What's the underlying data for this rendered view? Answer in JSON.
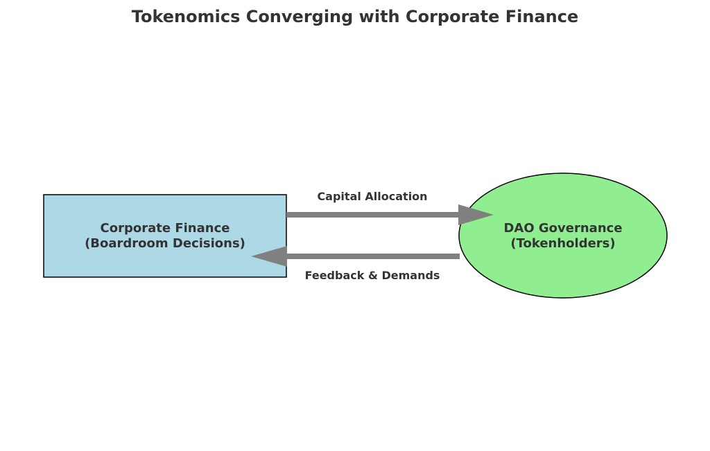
{
  "title": "Tokenomics Converging with Corporate Finance",
  "nodes": {
    "corporate": {
      "line1": "Corporate Finance",
      "line2": "(Boardroom Decisions)",
      "fill": "#add8e6"
    },
    "dao": {
      "line1": "DAO Governance",
      "line2": "(Tokenholders)",
      "fill": "#90ee90"
    }
  },
  "edges": {
    "top": {
      "label": "Capital Allocation"
    },
    "bottom": {
      "label": "Feedback & Demands"
    }
  },
  "colors": {
    "arrow": "#808080",
    "text": "#333333"
  }
}
